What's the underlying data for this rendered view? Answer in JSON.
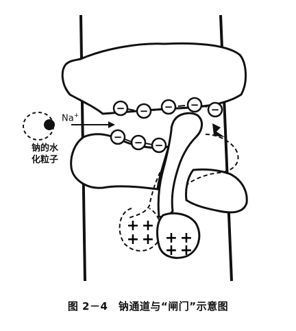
{
  "ion_label": "Na",
  "ion_charge": "+",
  "hydration_label": "钠的水化粒子",
  "negative_sign": "−",
  "positive_sign": "+",
  "caption": "图 2－4　钠通道与“闸门”示意图"
}
